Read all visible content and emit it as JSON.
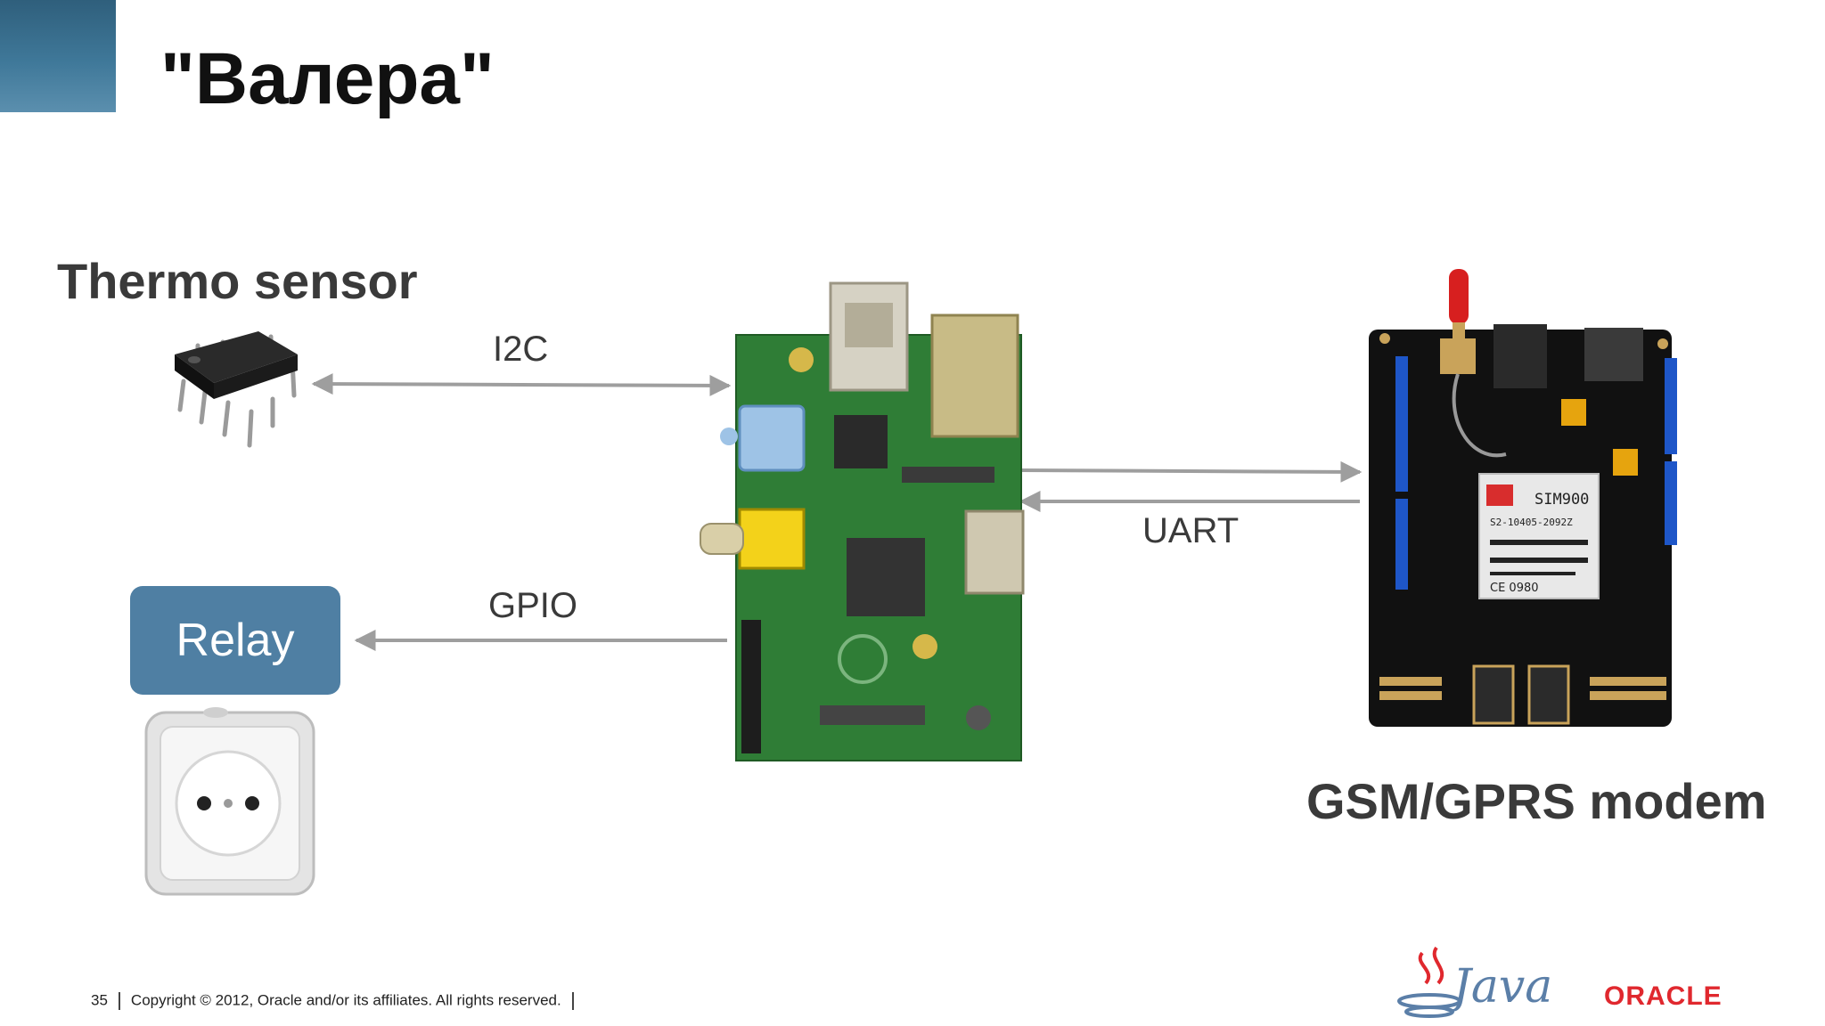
{
  "slide": {
    "title": "\"Валера\"",
    "page_number": "35",
    "copyright": "Copyright © 2012, Oracle and/or its affiliates. All rights reserved."
  },
  "components": {
    "thermo_sensor": "Thermo sensor",
    "relay": "Relay",
    "gsm_modem": "GSM/GPRS modem"
  },
  "connections": {
    "i2c": "I2C",
    "gpio": "GPIO",
    "uart": "UART"
  },
  "modem_chip": {
    "model": "SIM900",
    "part_code": "S2-10405-2092Z",
    "cert": "CE 0980"
  },
  "logos": {
    "java": "Java",
    "oracle": "ORACLE"
  },
  "colors": {
    "accent_blue": "#4f7fa3",
    "arrow_gray": "#9e9e9e",
    "pcb_green": "#2e7d32",
    "oracle_red": "#e0282e"
  }
}
